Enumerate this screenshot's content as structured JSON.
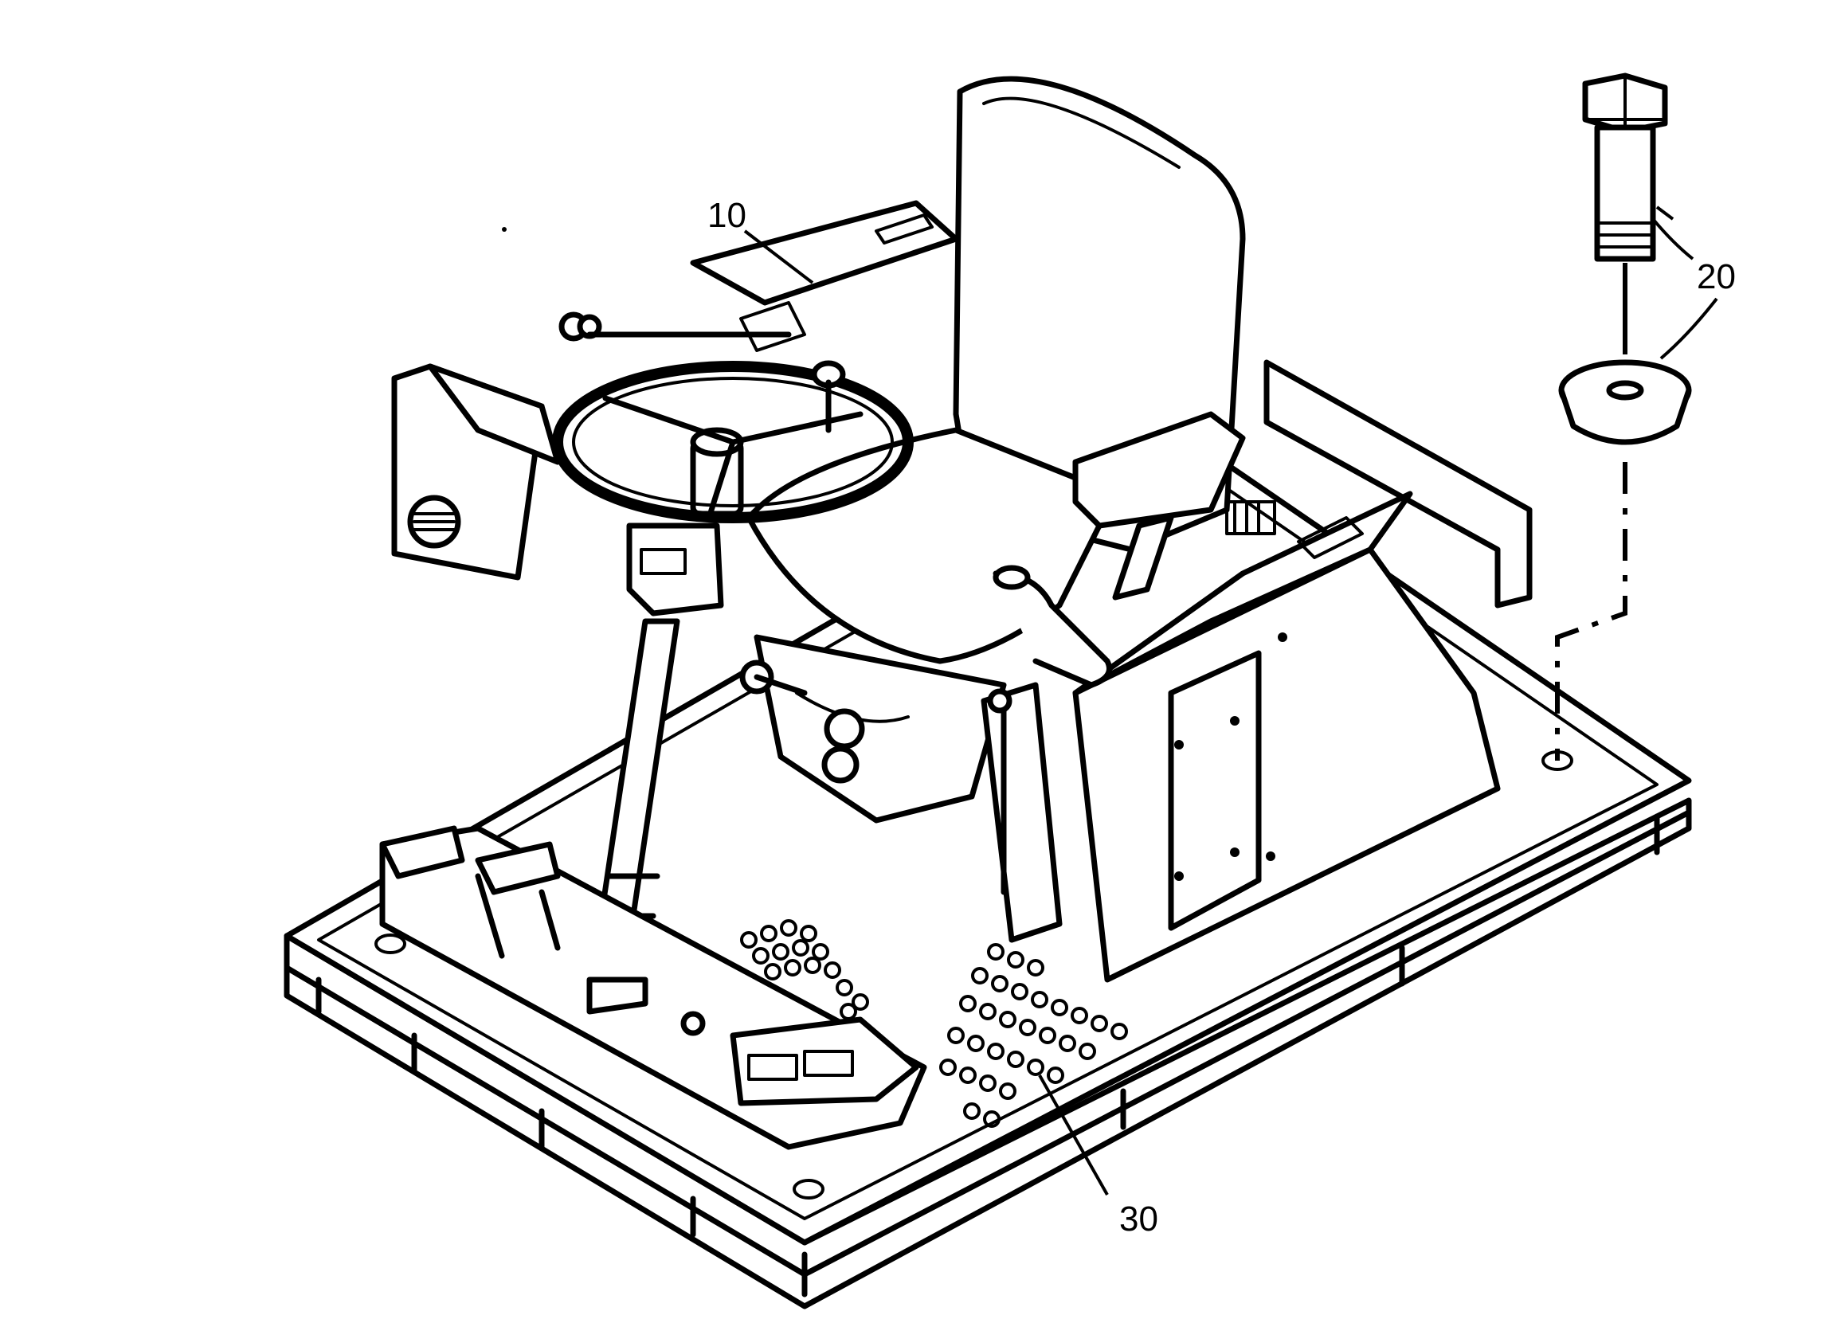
{
  "diagram": {
    "callouts": [
      {
        "id": "10",
        "label": "10"
      },
      {
        "id": "20",
        "label": "20"
      },
      {
        "id": "30",
        "label": "30"
      }
    ]
  }
}
